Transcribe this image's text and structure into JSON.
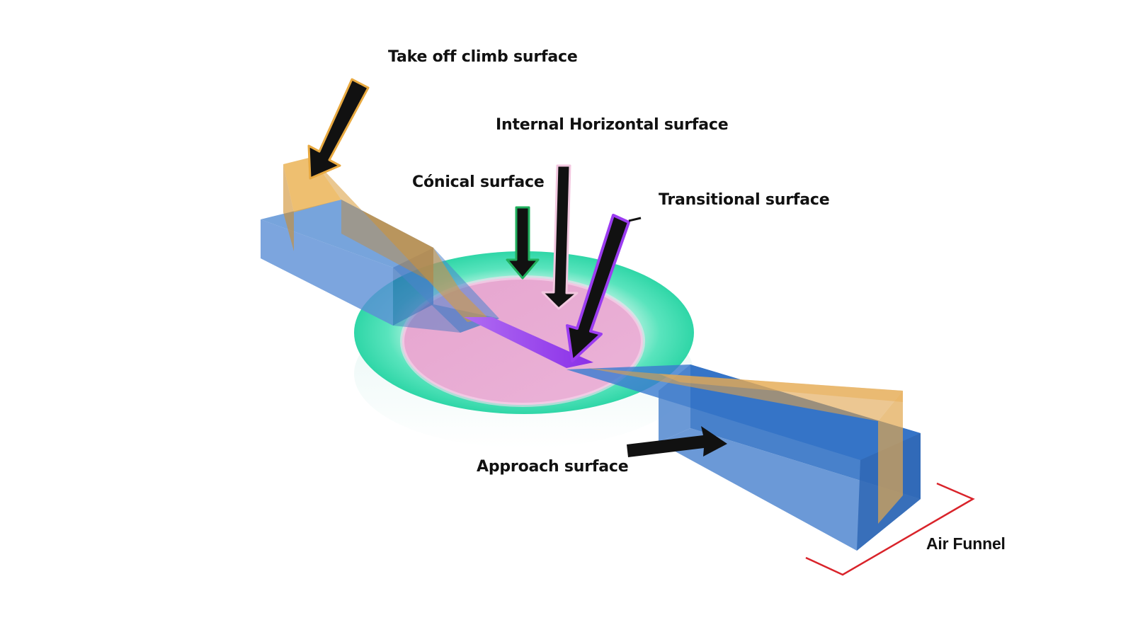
{
  "labels": {
    "takeoff_climb": "Take off climb surface",
    "internal_horizontal": "Internal Horizontal surface",
    "conical": "Cónical surface",
    "transitional": "Transitional surface",
    "approach": "Approach surface",
    "air_funnel": "Air Funnel"
  },
  "colors": {
    "takeoff_climb": "#e8a940",
    "approach": "#2f6fc4",
    "conical": "#3ee0b0",
    "internal_horizontal": "#e9a7d2",
    "transitional": "#9b3cf0",
    "pointer_arrow": "#111111",
    "air_funnel_bracket": "#d9232a"
  }
}
